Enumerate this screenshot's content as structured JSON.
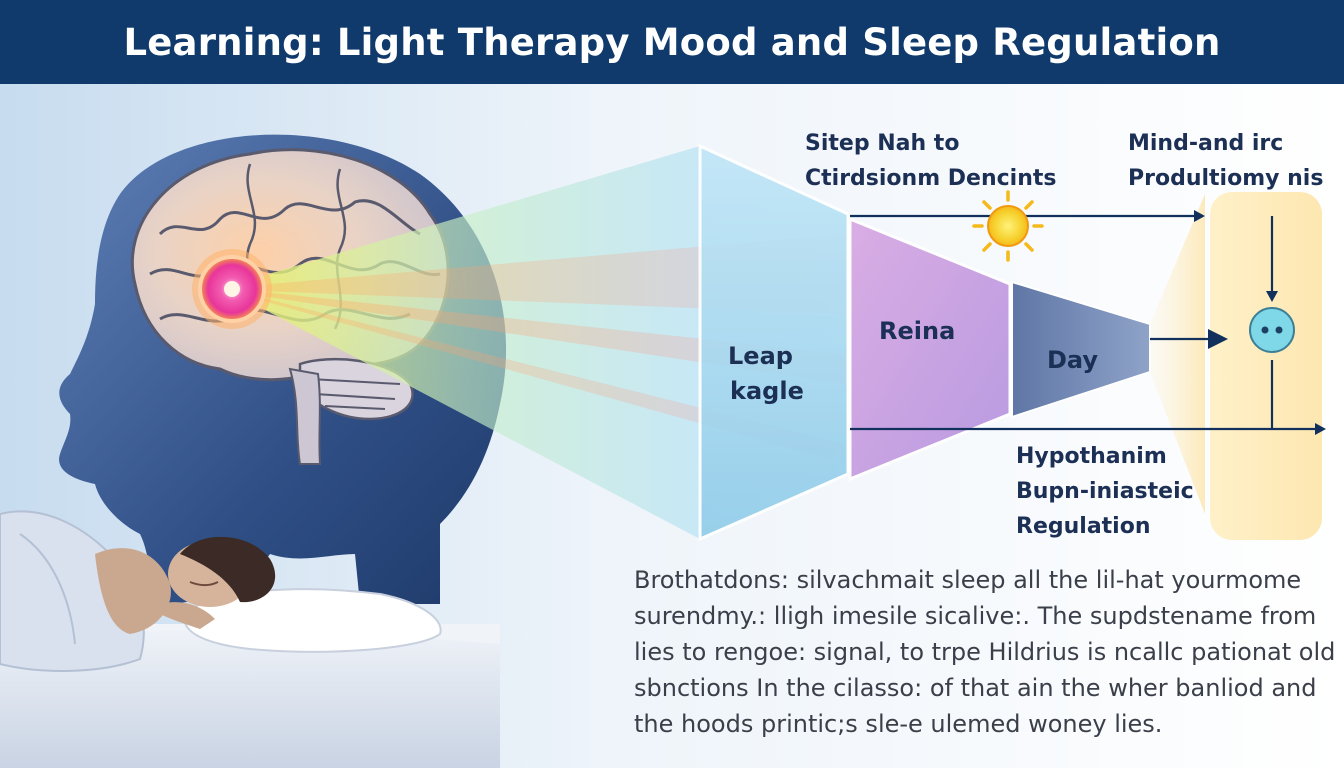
{
  "title": "Learning: Light Therapy Mood and Sleep Regulation",
  "labels": {
    "stage_leap": [
      "Leap",
      "kagle"
    ],
    "stage_retina": "Reina",
    "stage_day": "Day",
    "top_left": [
      "Sitep Nah to",
      "Ctirdsionm Dencints"
    ],
    "top_right": [
      "Mind-and irc",
      "Produltiomy nis"
    ],
    "bottom": [
      "Hypothanim",
      "Bupn-iniasteic",
      "Regulation"
    ]
  },
  "description": [
    "Brothatdons: silvachmait sleep all the lil-hat yourmome",
    "surendmy.: lligh imesile sicalive:. The supdstename from",
    "lies to rengoe: signal, to trpe Hildrius is ncallc pationat old",
    "sbnctions In the cilasso: of that ain the wher banliod and",
    "the hoods printic;s sle-e ulemed woney lies."
  ],
  "colors": {
    "title_bg": "#0f3a6b",
    "head": "#2f4f86",
    "retina_panel": "#c9a8e6",
    "day_panel": "#6d82ad",
    "output_panel": "#fde9b8",
    "arrow": "#12305c",
    "sun": "#f6b91a",
    "light_spot": "#e8359a",
    "indicator": "#7fd8e8"
  },
  "icons": [
    "sun-icon",
    "brain-icon",
    "light-spot-icon",
    "indicator-icon"
  ]
}
